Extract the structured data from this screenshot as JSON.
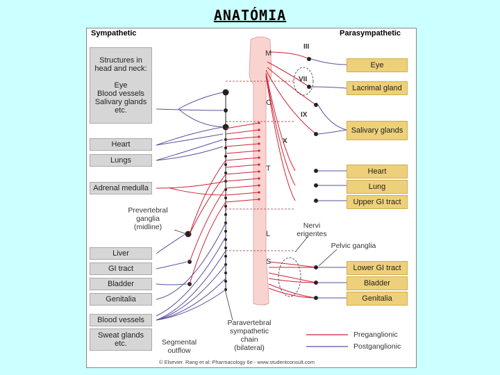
{
  "slide": {
    "title": "ANATÓMIA"
  },
  "figure": {
    "sympathetic_header": "Sympathetic",
    "parasympathetic_header": "Parasympathetic",
    "left_boxes": {
      "head_neck": "Structures in\nhead and neck:\n\nEye\nBlood vessels\nSalivary glands\netc.",
      "heart": "Heart",
      "lungs": "Lungs",
      "adrenal": "Adrenal medulla",
      "liver": "Liver",
      "gi": "GI tract",
      "bladder": "Bladder",
      "genitalia": "Genitalia",
      "blood_vessels": "Blood vessels",
      "sweat": "Sweat glands\netc."
    },
    "right_boxes": {
      "eye": "Eye",
      "lacrimal": "Lacrimal gland",
      "salivary": "Salivary glands",
      "heart": "Heart",
      "lung": "Lung",
      "upper_gi": "Upper GI tract",
      "lower_gi": "Lower GI tract",
      "bladder": "Bladder",
      "genitalia": "Genitalia"
    },
    "spinal_segments": {
      "m": "M",
      "c": "C",
      "t": "T",
      "l": "L",
      "s": "S"
    },
    "cranial_nerves": {
      "iii": "III",
      "vii": "VII",
      "ix": "IX",
      "x": "X"
    },
    "labels": {
      "prevertebral": "Prevertebral\nganglia\n(midline)",
      "nervi": "Nervi\nerigentes",
      "pelvic": "Pelvic ganglia",
      "paravertebral": "Paravertebral\nsympathetic\nchain\n(bilateral)",
      "segmental": "Segmental\noutflow"
    },
    "legend": {
      "preganglionic": "Preganglionic",
      "postganglionic": "Postganglionic"
    },
    "colors": {
      "preganglionic": "#cc2233",
      "postganglionic": "#5a4ea0",
      "right_box": "#eed07a",
      "left_box": "#d6d6d6",
      "cord": "#f9d3cf"
    },
    "copyright": "© Elsevier. Rang et al: Pharmacology 6e - www.studentconsult.com"
  }
}
